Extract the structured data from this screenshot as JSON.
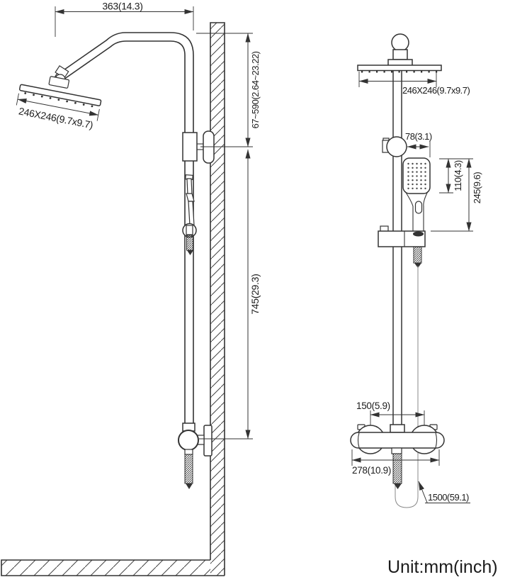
{
  "unit_label": "Unit:mm(inch)",
  "side_view": {
    "arm_reach": "363(14.3)",
    "head_size": "246X246(9.7x9.7)",
    "top_to_bracket_range": "67~590(2.64~23.22)",
    "bracket_to_valve": "745(29.3)"
  },
  "front_view": {
    "head_size": "246X246(9.7x9.7)",
    "holder_width": "78(3.1)",
    "spray_head_length": "110(4.3)",
    "hand_shower_length": "245(9.6)",
    "inlet_spacing": "150(5.9)",
    "valve_width": "278(10.9)",
    "hose_length": "1500(59.1)"
  }
}
